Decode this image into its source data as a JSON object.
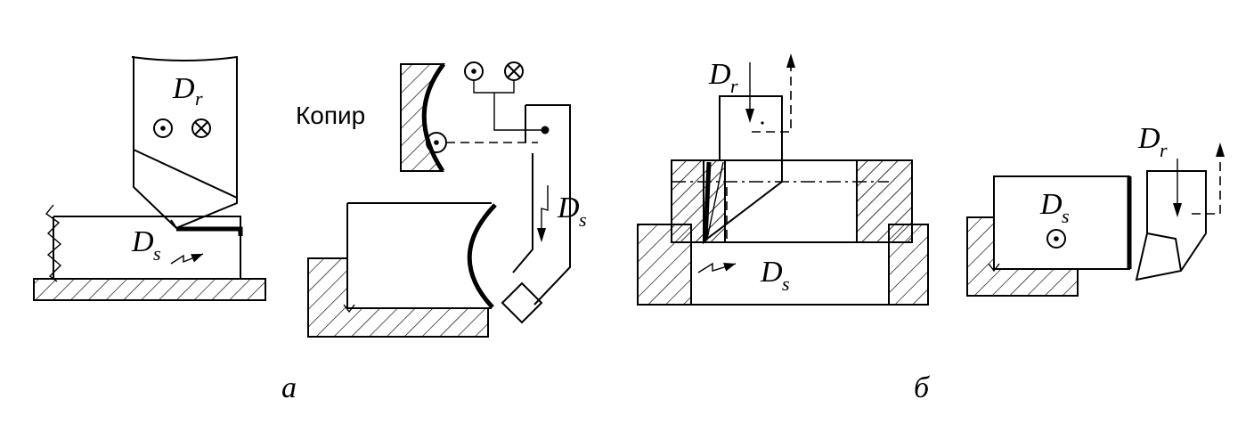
{
  "labels": {
    "dr": "D",
    "dr_sub": "r",
    "ds": "D",
    "ds_sub": "s",
    "copier": "Копир",
    "caption_a": "а",
    "caption_b": "б"
  },
  "colors": {
    "ink": "#000000",
    "paper": "#ffffff"
  },
  "icons": [
    "dot-in-circle-icon",
    "cross-in-circle-icon",
    "arrow-up-icon",
    "arrow-down-icon",
    "zigzag-arrow-icon"
  ]
}
